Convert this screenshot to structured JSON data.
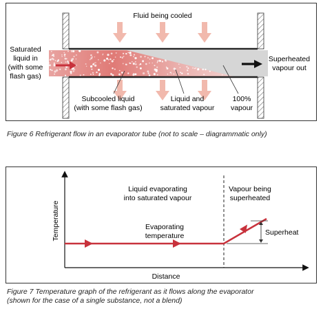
{
  "figure6": {
    "fluid_label": "Fluid being cooled",
    "inlet_label": [
      "Saturated",
      "liquid in",
      "(with some",
      "flash gas)"
    ],
    "outlet_label": [
      "Superheated",
      "vapour out"
    ],
    "subcooled_label": [
      "Subcooled liquid",
      "(with some flash gas)"
    ],
    "liquid_vapour_label": [
      "Liquid and",
      "saturated vapour"
    ],
    "vapour_label": [
      "100%",
      "vapour"
    ],
    "caption": "Figure 6  Refrigerant flow in an evaporator tube (not to scale – diagrammatic only)"
  },
  "figure7": {
    "ylabel": "Temperature",
    "xlabel": "Distance",
    "region1_label": [
      "Liquid evaporating",
      "into saturated vapour"
    ],
    "region2_label": [
      "Vapour being",
      "superheated"
    ],
    "evap_label": [
      "Evaporating",
      "temperature"
    ],
    "superheat_label": "Superheat",
    "caption": [
      "Figure 7  Temperature graph of the refrigerant as it flows along the evaporator",
      "(shown for the case of a single substance, not a blend)"
    ]
  },
  "colors": {
    "accent": "#c8323c",
    "liquid": "#d9534f",
    "vapour": "#d4d4d4"
  }
}
